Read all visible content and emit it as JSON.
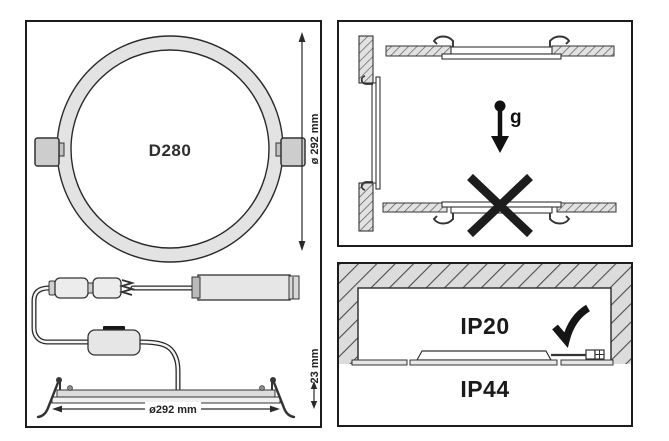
{
  "colors": {
    "line": "#1d1d1d",
    "ring_fill": "#e3e3e3",
    "hatch_fill": "#dedede",
    "background": "#ffffff"
  },
  "top_view": {
    "model": "D280",
    "diameter": "ø 292 mm"
  },
  "side_view": {
    "diameter": "ø292 mm",
    "depth": "23 mm"
  },
  "orientation": {
    "gravity": "g"
  },
  "ip": {
    "recessed": "IP20",
    "room_side": "IP44"
  }
}
